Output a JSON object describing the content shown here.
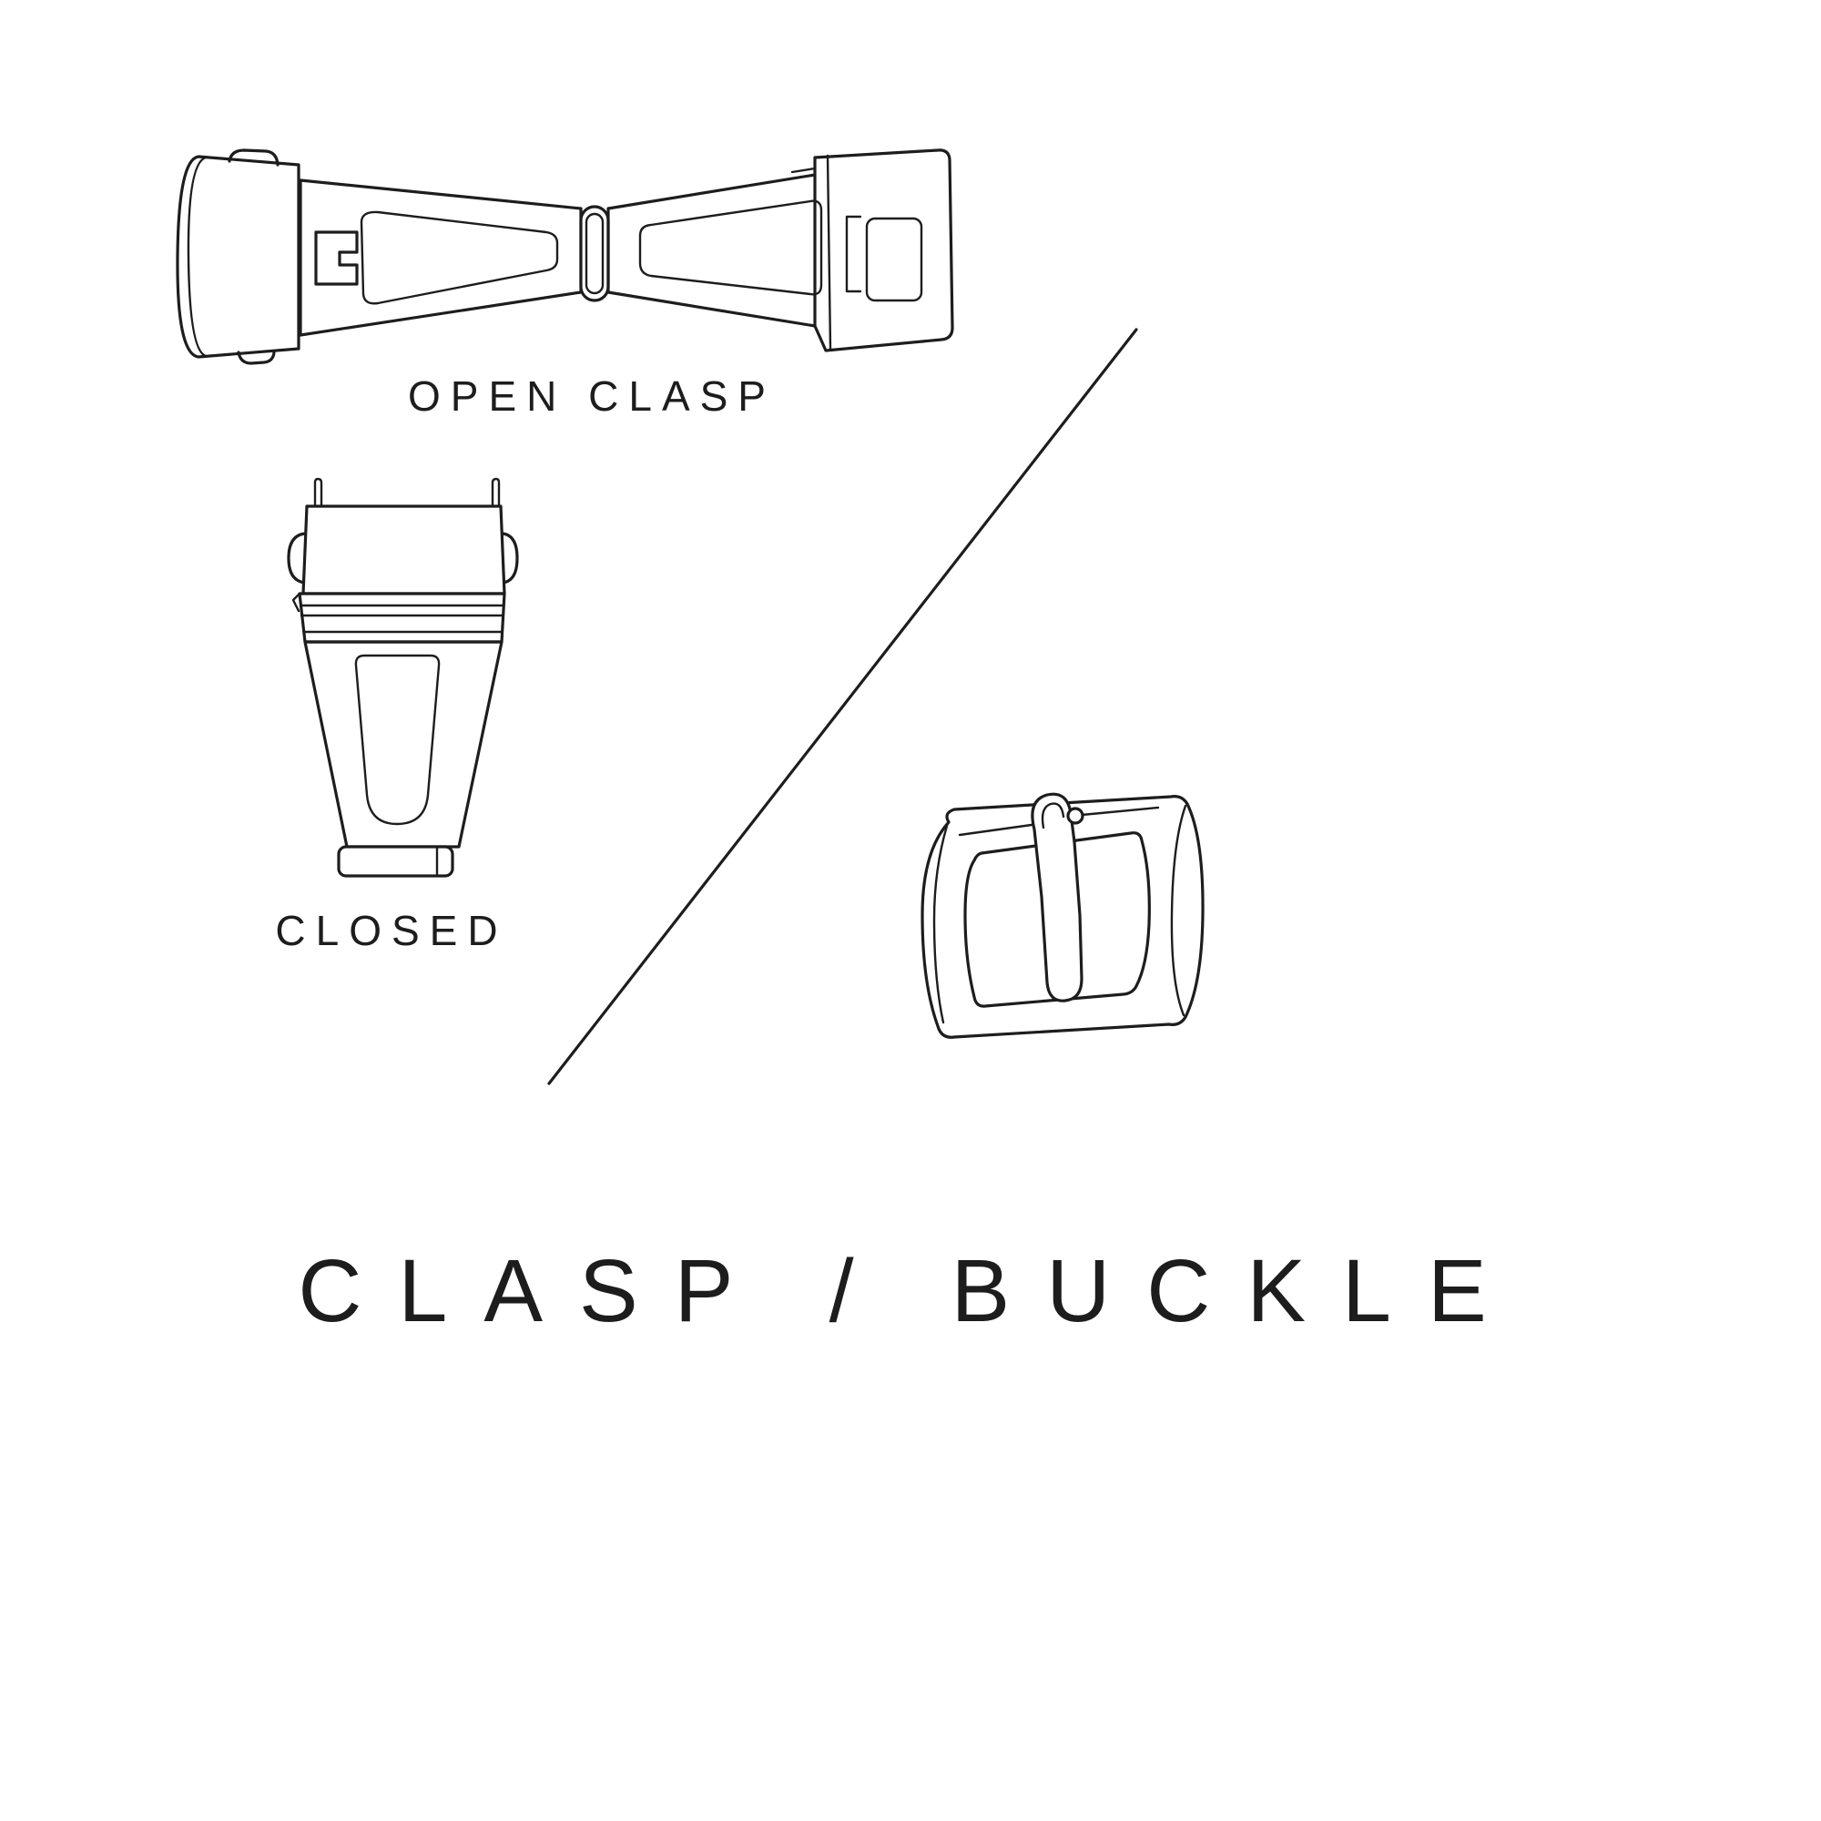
{
  "page": {
    "title": "CLASP / BUCKLE",
    "background_color": "#ffffff",
    "line_color": "#1d1d1d"
  },
  "figures": {
    "open_clasp": {
      "label": "OPEN CLASP",
      "icon": "open-clasp-illustration"
    },
    "closed_clasp": {
      "label": "CLOSED",
      "icon": "closed-clasp-illustration"
    },
    "buckle": {
      "icon": "buckle-illustration"
    }
  },
  "divider": {
    "icon": "diagonal-divider-line"
  }
}
